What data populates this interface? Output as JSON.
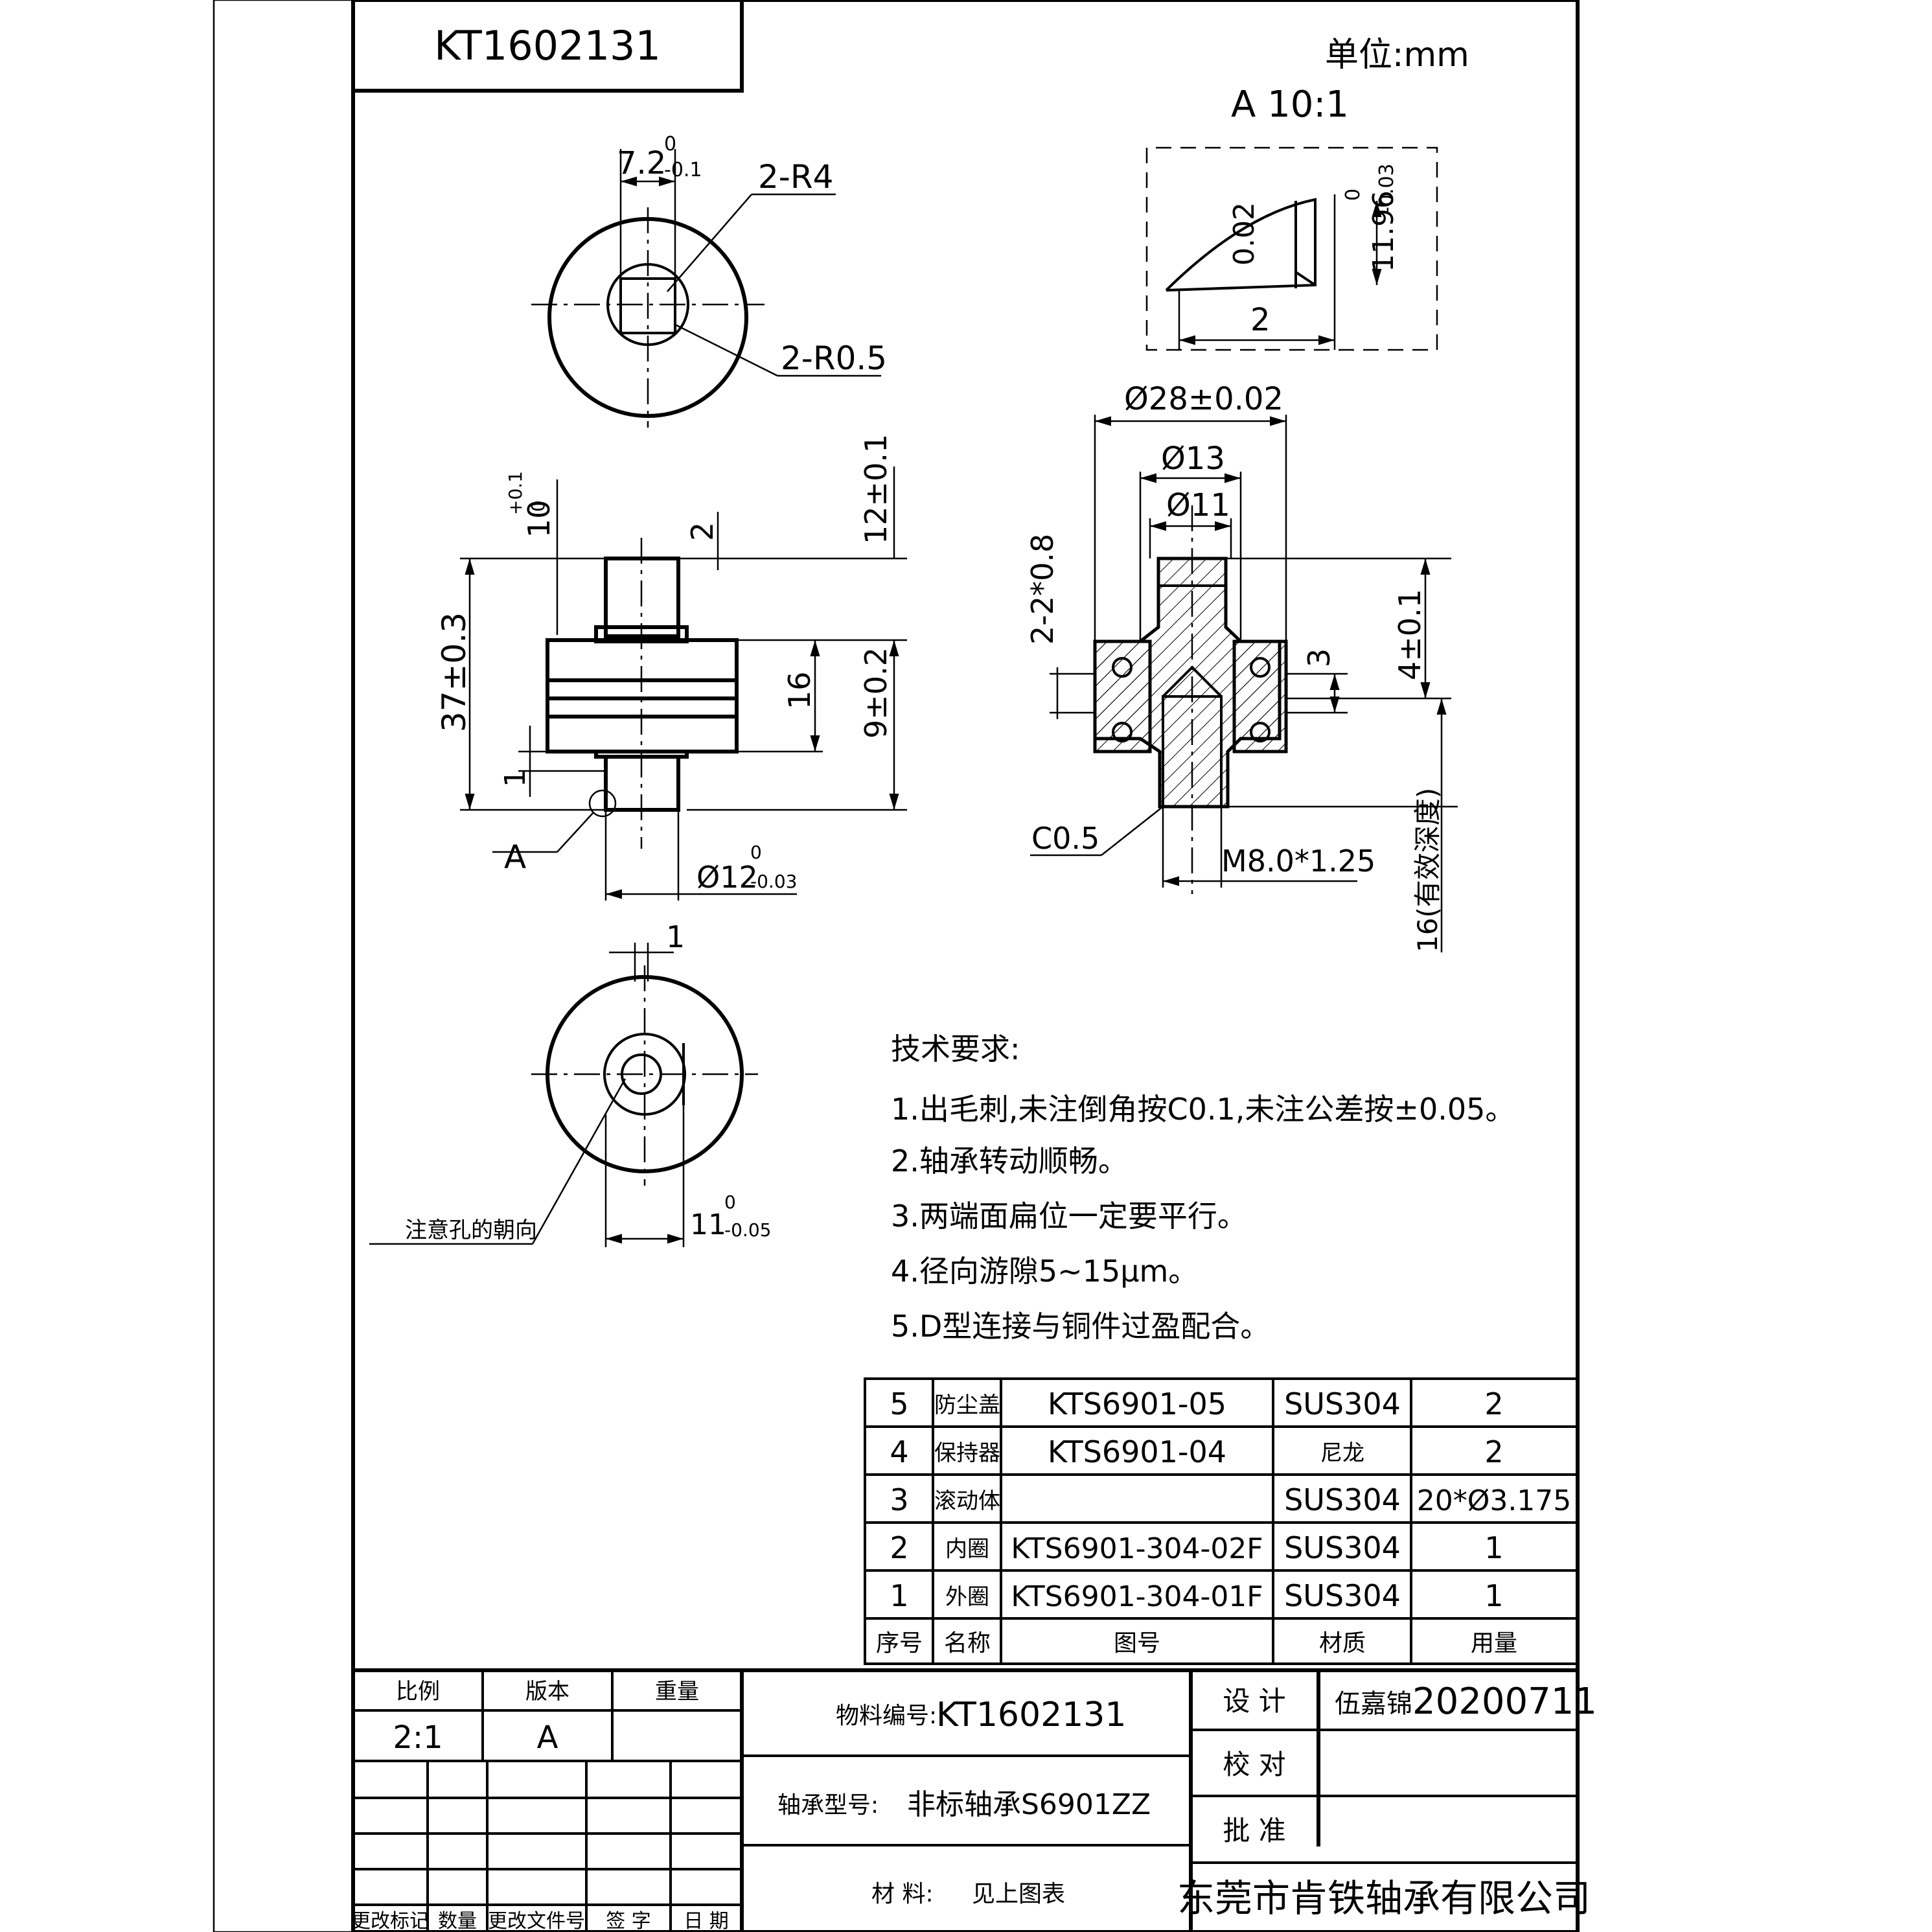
{
  "title_box": {
    "code": "KT1602131"
  },
  "unit": "单位:mm",
  "detail": {
    "label": "A 10:1",
    "dim_height": "0.02",
    "dim_total": "11.96",
    "dim_total_tol_upper": "0",
    "dim_total_tol_lower": "-0.03",
    "dim_width": "2"
  },
  "top_view": {
    "dim_flat": "7.2",
    "dim_flat_tol_upper": "0",
    "dim_flat_tol_lower": "-0.1",
    "radius_large": "2-R4",
    "radius_small": "2-R0.5"
  },
  "front_view": {
    "dim_10": "10",
    "dim_10_tol_upper": "+0.1",
    "dim_10_tol_lower": "0",
    "dim_2": "2",
    "dim_12": "12±0.1",
    "dim_37": "37±0.3",
    "dim_16": "16",
    "dim_9": "9±0.2",
    "dim_1": "1",
    "label_a": "A",
    "dim_dia12": "Ø12",
    "dim_dia12_tol_upper": "0",
    "dim_dia12_tol_lower": "-0.03"
  },
  "section_view": {
    "dim_dia28": "Ø28±0.02",
    "dim_dia13": "Ø13",
    "dim_dia11": "Ø11",
    "dim_chamfer_groove": "2-2*0.8",
    "dim_3": "3",
    "dim_4": "4±0.1",
    "chamfer": "C0.5",
    "thread": "M8.0*1.25",
    "thread_depth": "16(有效深度)"
  },
  "bottom_view": {
    "dim_1": "1",
    "dim_11": "11",
    "dim_11_tol_upper": "0",
    "dim_11_tol_lower": "-0.05",
    "note_hole": "注意孔的朝向"
  },
  "tech_requirements": {
    "heading": "技术要求:",
    "items": [
      "1.出毛刺,未注倒角按C0.1,未注公差按±0.05。",
      "2.轴承转动顺畅。",
      "3.两端面扁位一定要平行。",
      "4.径向游隙5~15μm。",
      "5.D型连接与铜件过盈配合。"
    ]
  },
  "bom": {
    "headers": [
      "序号",
      "名称",
      "图号",
      "材质",
      "用量"
    ],
    "rows": [
      [
        "5",
        "防尘盖",
        "KTS6901-05",
        "SUS304",
        "2"
      ],
      [
        "4",
        "保持器",
        "KTS6901-04",
        "尼龙",
        "2"
      ],
      [
        "3",
        "滚动体",
        "",
        "SUS304",
        "20*Ø3.175"
      ],
      [
        "2",
        "内圈",
        "KTS6901-304-02F",
        "SUS304",
        "1"
      ],
      [
        "1",
        "外圈",
        "KTS6901-304-01F",
        "SUS304",
        "1"
      ]
    ]
  },
  "title_block": {
    "scale_label": "比例",
    "version_label": "版本",
    "weight_label": "重量",
    "scale_value": "2:1",
    "version_value": "A",
    "material_no_label": "物料编号:",
    "material_no": "KT1602131",
    "bearing_model_label": "轴承型号:",
    "bearing_model": "非标轴承S6901ZZ",
    "material_label": "材 料:",
    "material_value": "见上图表",
    "design_label": "设 计",
    "designer": "伍嘉锦",
    "design_date": "20200711",
    "check_label": "校 对",
    "approve_label": "批 准",
    "company": "东莞市肯铁轴承有限公司",
    "rev_headers": [
      "更改标记",
      "数量",
      "更改文件号",
      "签 字",
      "日 期"
    ]
  }
}
